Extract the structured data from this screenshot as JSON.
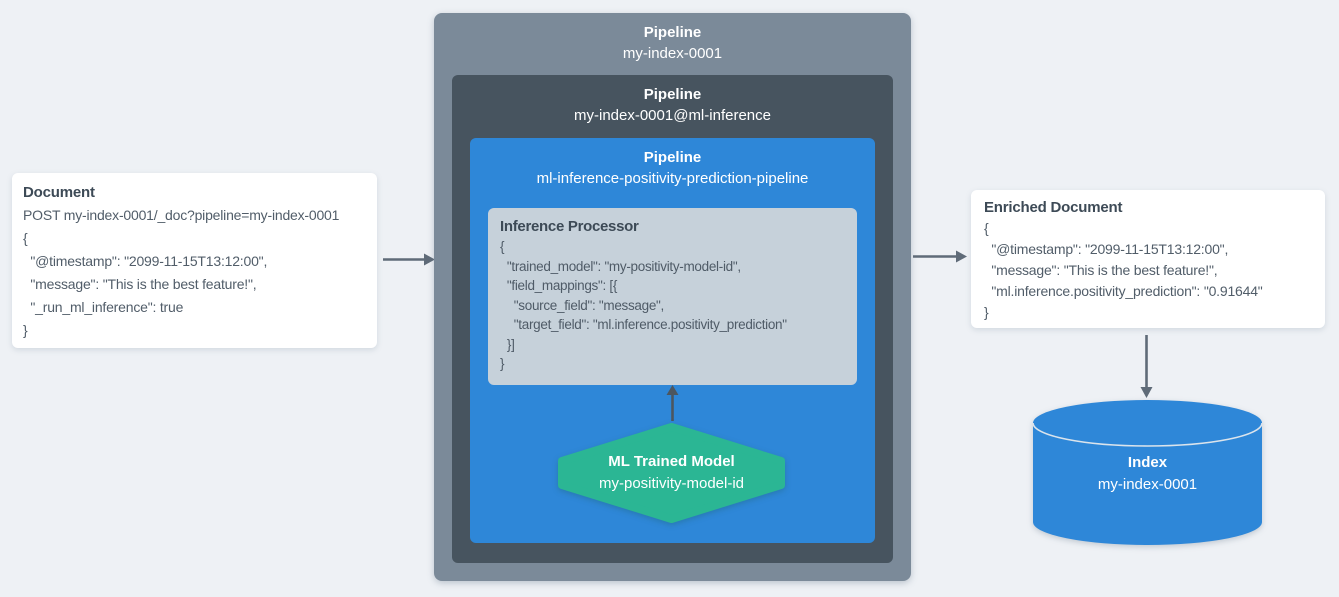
{
  "colors": {
    "background": "#eef1f5",
    "outer_pipeline": "#7b8a99",
    "inference_pipeline": "#47545f",
    "ml_pipeline_blue": "#2e87d8",
    "processor_panel": "#c6d1da",
    "model_green": "#2bb694",
    "arrow_gray": "#5f6b78",
    "heading_text": "#3d4a56",
    "code_text": "#515d69"
  },
  "document_card": {
    "title": "Document",
    "lines": [
      "POST my-index-0001/_doc?pipeline=my-index-0001",
      "{",
      "  \"@timestamp\": \"2099-11-15T13:12:00\",",
      "  \"message\": \"This is the best feature!\",",
      "  \"_run_ml_inference\": true",
      "}"
    ]
  },
  "pipeline_outer": {
    "title": "Pipeline",
    "subtitle": "my-index-0001"
  },
  "pipeline_inference": {
    "title": "Pipeline",
    "subtitle": "my-index-0001@ml-inference"
  },
  "pipeline_ml": {
    "title": "Pipeline",
    "subtitle": "ml-inference-positivity-prediction-pipeline"
  },
  "inference_processor": {
    "title": "Inference Processor",
    "lines": [
      "{",
      "  \"trained_model\": \"my-positivity-model-id\",",
      "  \"field_mappings\": [{",
      "    \"source_field\": \"message\",",
      "    \"target_field\": \"ml.inference.positivity_prediction\"",
      "  }]",
      "}"
    ]
  },
  "ml_model": {
    "title": "ML Trained Model",
    "subtitle": "my-positivity-model-id"
  },
  "enriched_card": {
    "title": "Enriched Document",
    "lines": [
      "{",
      "  \"@timestamp\": \"2099-11-15T13:12:00\",",
      "  \"message\": \"This is the best feature!\",",
      "  \"ml.inference.positivity_prediction\": \"0.91644\"",
      "}"
    ]
  },
  "index_store": {
    "title": "Index",
    "subtitle": "my-index-0001"
  }
}
